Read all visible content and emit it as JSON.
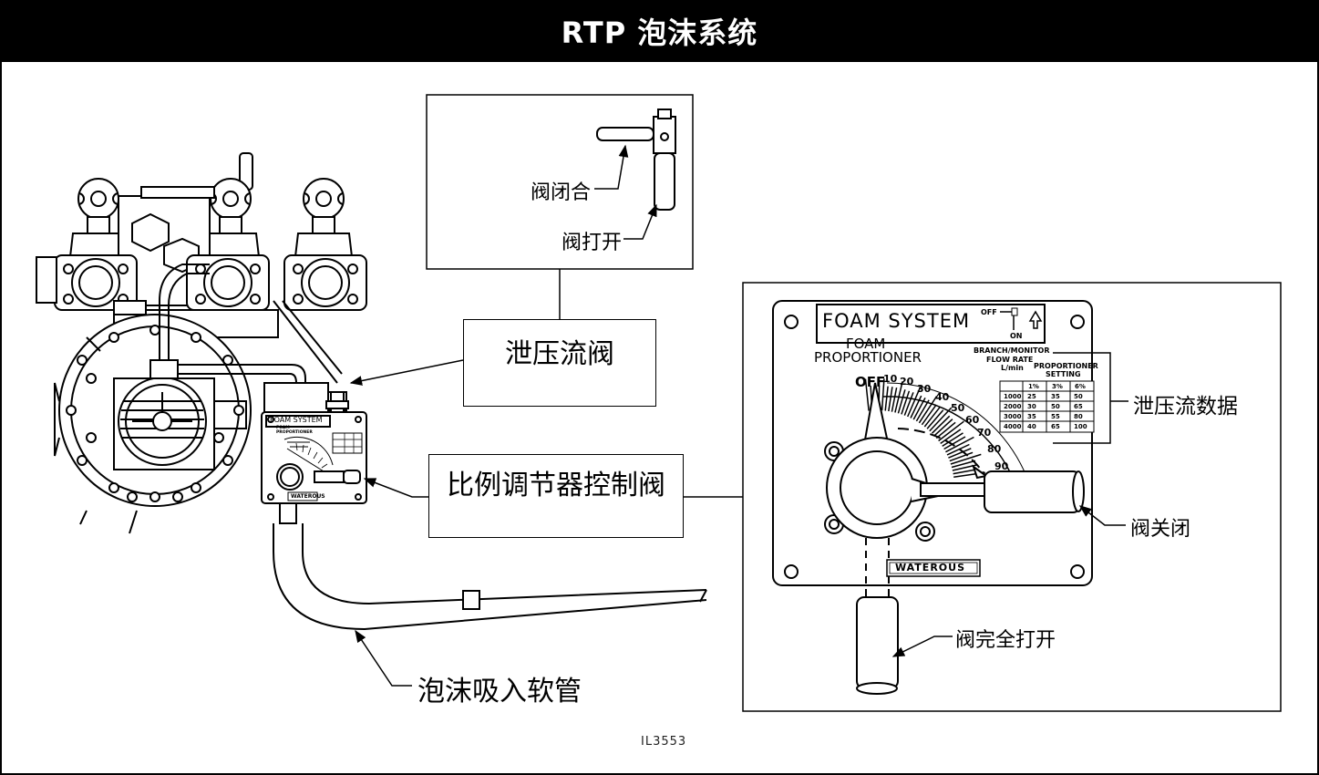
{
  "title": "RTP 泡沫系统",
  "reference": "IL3553",
  "labels": {
    "valve_closed": "阀闭合",
    "valve_open": "阀打开",
    "relief_valve": "泄压流阀",
    "proportioner_valve": "比例调节器控制阀",
    "relief_data": "泄压流数据",
    "valve_shut": "阀关闭",
    "valve_fully_open": "阀完全打开",
    "foam_hose": "泡沫吸入软管"
  },
  "panel": {
    "header": "FOAM SYSTEM",
    "off": "OFF",
    "on": "ON",
    "proportioner": "FOAM\nPROPORTIONER",
    "proportioner_l1": "FOAM",
    "proportioner_l2": "PROPORTIONER",
    "off_mark": "OFF",
    "brand": "WATEROUS",
    "flow_l1": "BRANCH/MONITOR",
    "flow_l2": "FLOW RATE",
    "flow_l3": "L/min",
    "setting_l1": "PROPORTIONER",
    "setting_l2": "SETTING",
    "dial": [
      "10",
      "20",
      "30",
      "40",
      "50",
      "60",
      "70",
      "80",
      "90"
    ],
    "table_head": [
      "1%",
      "3%",
      "6%"
    ],
    "table_rows": [
      [
        "1000",
        "25",
        "35",
        "50"
      ],
      [
        "2000",
        "30",
        "50",
        "65"
      ],
      [
        "3000",
        "35",
        "55",
        "80"
      ],
      [
        "4000",
        "40",
        "65",
        "100"
      ]
    ]
  },
  "small_panel": {
    "header": "FOAM SYSTEM",
    "sub": "FOAM PROPORTIONER",
    "brand": "WATEROUS"
  }
}
